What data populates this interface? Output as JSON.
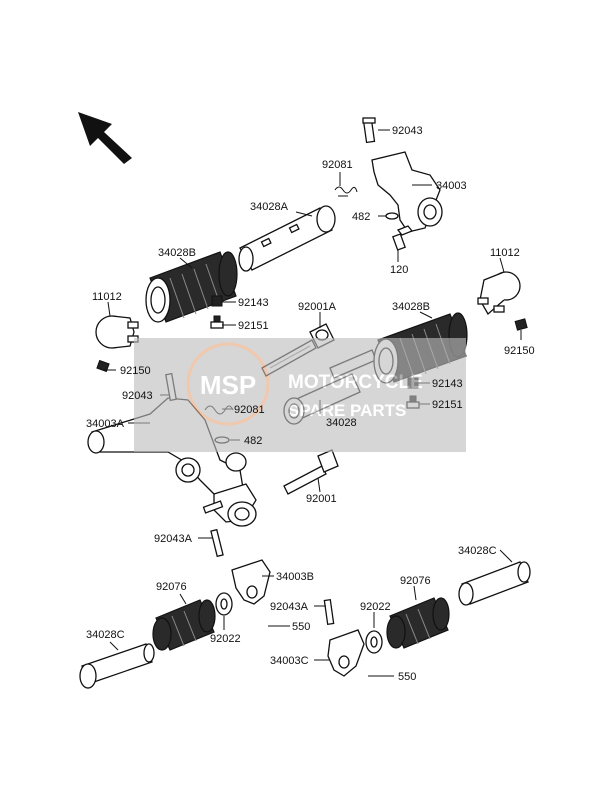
{
  "labels": {
    "p92043_top": "92043",
    "p92081_top": "92081",
    "p34003": "34003",
    "p34028A": "34028A",
    "p482_top": "482",
    "p120": "120",
    "p34028B_left": "34028B",
    "p11012_right": "11012",
    "p11012_left": "11012",
    "p92143_left": "92143",
    "p92001A": "92001A",
    "p34028B_right": "34028B",
    "p92151_left": "92151",
    "p92150_right": "92150",
    "p92150_left": "92150",
    "p92143_right": "92143",
    "p92043_mid": "92043",
    "p92081_mid": "92081",
    "p92151_right": "92151",
    "p34003A": "34003A",
    "p482_mid": "482",
    "p34028": "34028",
    "p92001": "92001",
    "p92043A_left": "92043A",
    "p34028C_right": "34028C",
    "p34003B": "34003B",
    "p92076_left": "92076",
    "p92076_right": "92076",
    "p92022_right": "92022",
    "p92043A_right": "92043A",
    "p550_left": "550",
    "p92022_left": "92022",
    "p34028C_left": "34028C",
    "p34003C": "34003C",
    "p550_right": "550"
  },
  "watermark": {
    "logo": "MSP",
    "title": "MOTORCYCLE",
    "subtitle": "SPARE PARTS"
  },
  "colors": {
    "ink": "#111111",
    "grip": "#2a2a2a",
    "watermark_band": "#bdbdbd",
    "watermark_logo": "#e8a87c"
  },
  "icons": {
    "front_arrow": "arrow-up-left-icon"
  }
}
